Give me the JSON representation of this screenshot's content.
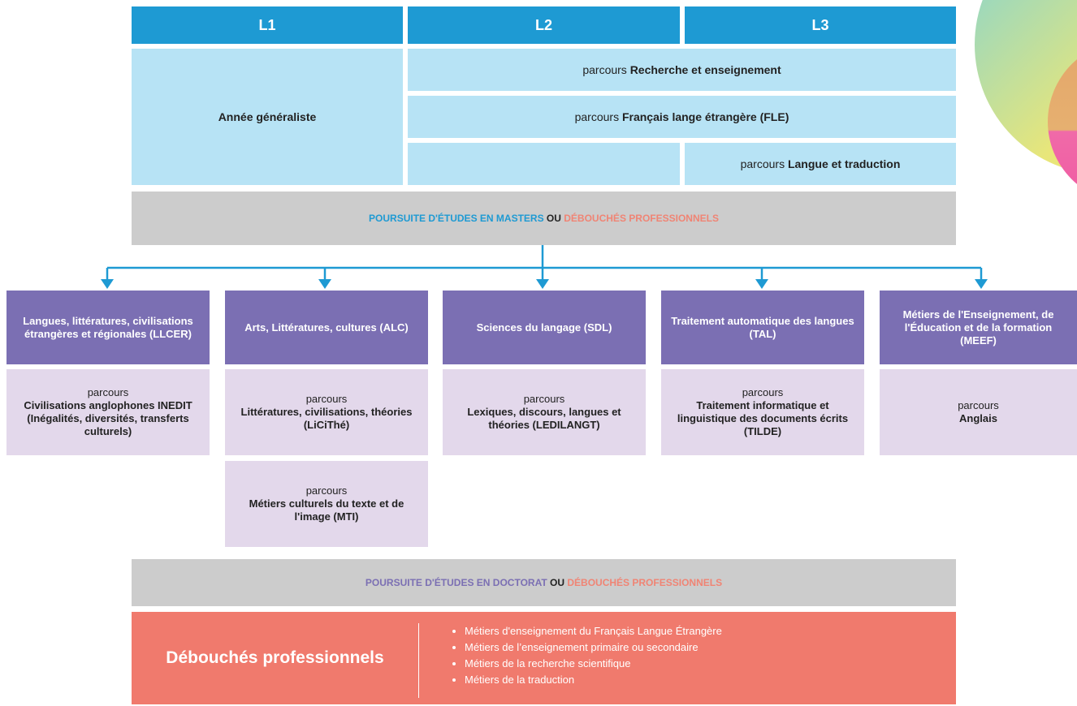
{
  "years": [
    "L1",
    "L2",
    "L3"
  ],
  "licence": {
    "l1_label": "Année généraliste",
    "tracks": [
      {
        "prefix": "parcours",
        "name": "Recherche et enseignement"
      },
      {
        "prefix": "parcours",
        "name": "Français lange étrangère (FLE)"
      },
      {
        "prefix": "parcours",
        "name": "Langue et traduction"
      }
    ]
  },
  "poursuite_masters": {
    "part1": "POURSUITE D'ÉTUDES EN MASTERS",
    "sep": "OU",
    "part2": "DÉBOUCHÉS PROFESSIONNELS"
  },
  "masters": [
    {
      "title": "Langues, littératures, civilisations étrangères et régionales (LLCER)",
      "parcours": [
        {
          "prefix": "parcours",
          "name": "Civilisations anglophones INEDIT (Inégalités, diversités, transferts culturels)"
        }
      ]
    },
    {
      "title": "Arts, Littératures, cultures (ALC)",
      "parcours": [
        {
          "prefix": "parcours",
          "name": "Littératures, civilisations, théories (LiCiThé)"
        },
        {
          "prefix": "parcours",
          "name": "Métiers culturels du texte et de l'image (MTI)"
        }
      ]
    },
    {
      "title": "Sciences du langage (SDL)",
      "parcours": [
        {
          "prefix": "parcours",
          "name": "Lexiques, discours, langues et théories (LEDILANGT)"
        }
      ]
    },
    {
      "title": "Traitement automatique des langues (TAL)",
      "parcours": [
        {
          "prefix": "parcours",
          "name": "Traitement informatique et linguistique des documents écrits (TILDE)"
        }
      ]
    },
    {
      "title": "Métiers de l'Enseignement, de l'Éducation et de la formation (MEEF)",
      "parcours": [
        {
          "prefix": "parcours",
          "name": "Anglais"
        }
      ]
    }
  ],
  "poursuite_doctorat": {
    "part1": "POURSUITE D'ÉTUDES EN DOCTORAT",
    "sep": "OU",
    "part2": "DÉBOUCHÉS PROFESSIONNELS"
  },
  "debouches": {
    "title": "Débouchés professionnels",
    "items": [
      "Métiers d'enseignement du Français Langue Étrangère",
      "Métiers de l’enseignement primaire ou secondaire",
      "Métiers de la recherche scientifique",
      "Métiers de la traduction"
    ]
  },
  "colors": {
    "year_blue": "#1e9ad3",
    "light_blue": "#b7e3f5",
    "grey": "#cccccc",
    "purple": "#7b6fb3",
    "lilac": "#e3d8eb",
    "salmon": "#f07a6d"
  }
}
